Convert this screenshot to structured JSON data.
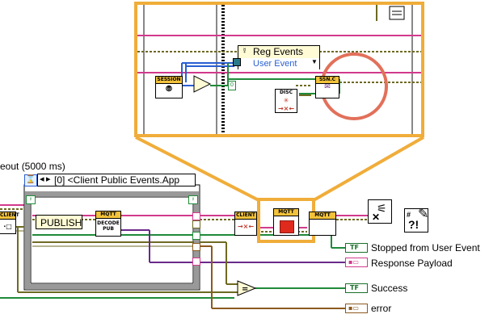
{
  "timeout_label": "eout (5000 ms)",
  "event_case_selector": "[0] <Client Public Events.App",
  "publish_label": "PUBLISH",
  "reg_events_label": "Reg Events",
  "user_event_label": "User Event",
  "event_count_badge": "0",
  "outputs": {
    "stopped": "Stopped from User Event",
    "payload": "Response Payload",
    "success": "Success",
    "error": "error"
  },
  "indicator_types": {
    "stopped": "TF",
    "success": "TF"
  },
  "node_labels": {
    "mqtt_decode": "MQTT",
    "decode_pub": "DECODE\nPUB",
    "session": "SESSION",
    "ssn": "SSN.C",
    "disc": "DISC",
    "client_left": "CLIENT",
    "client_mid": "CLIENT",
    "mqtt_stop": "MQTT",
    "mqtt_right": "MQTT"
  },
  "colors": {
    "zoom_border": "#f0ad3a",
    "highlight_circle": "#e2705a",
    "wire_pink": "#d23a8c",
    "wire_green": "#1f8a3a",
    "wire_olive": "#6e6a22",
    "wire_blue": "#2a5fd0",
    "wire_brown": "#8c5a1e",
    "wire_purple": "#6a2a8a",
    "stop_red": "#e02a1e"
  }
}
